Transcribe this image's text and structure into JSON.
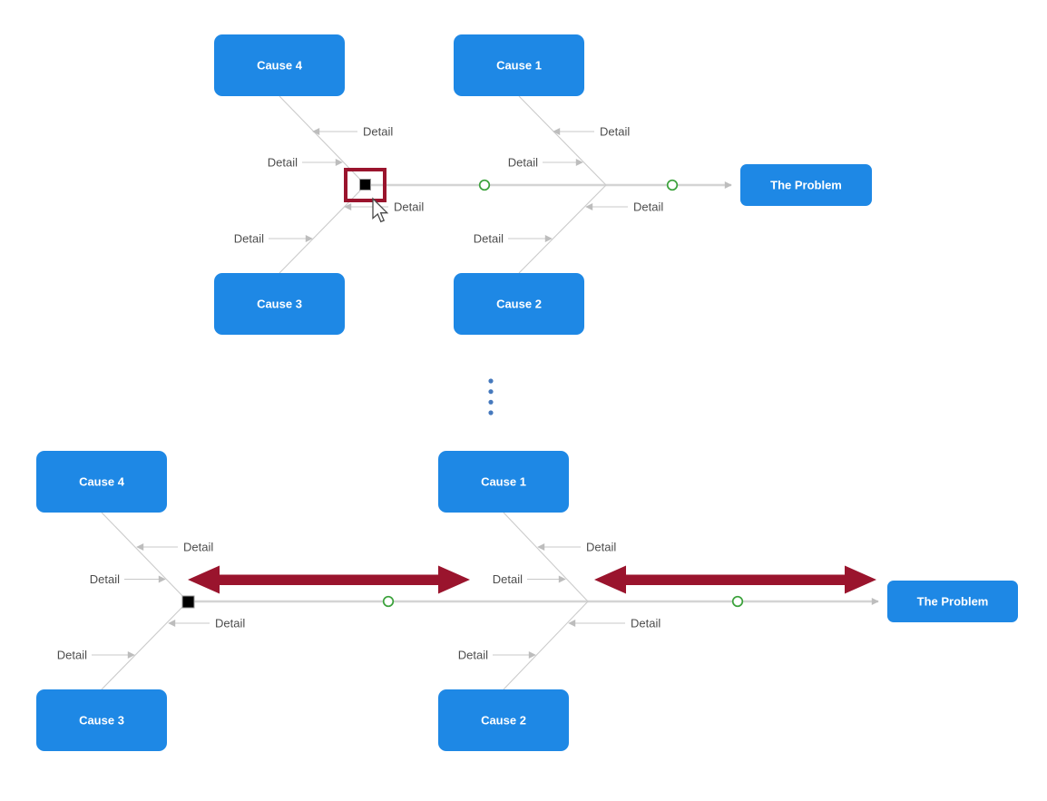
{
  "diagram_type": "fishbone-cause-and-effect",
  "nodes": {
    "cause1": "Cause 1",
    "cause2": "Cause 2",
    "cause3": "Cause 3",
    "cause4": "Cause 4",
    "problem": "The Problem"
  },
  "labels": {
    "detail": "Detail"
  },
  "colors": {
    "node_fill": "#1E88E5",
    "node_text": "#FFFFFF",
    "accent_red": "#9A142D",
    "port_green": "#3AA13A",
    "connector_gray": "#CBCBCB",
    "spine_gray": "#D4D4D4",
    "arrowhead_gray": "#BDBDBD",
    "detail_text": "#4D4D4D",
    "ellipsis_blue": "#4679BD",
    "handle_black": "#000000"
  },
  "icons": {
    "mouse_cursor": "arrow-pointer",
    "stretch_arrow": "double-headed-horizontal-arrow",
    "continuation": "vertical-ellipsis-dots",
    "port": "green-ring-connector-point",
    "drag_handle": "black-square-handle",
    "selection": "red-selection-box"
  }
}
